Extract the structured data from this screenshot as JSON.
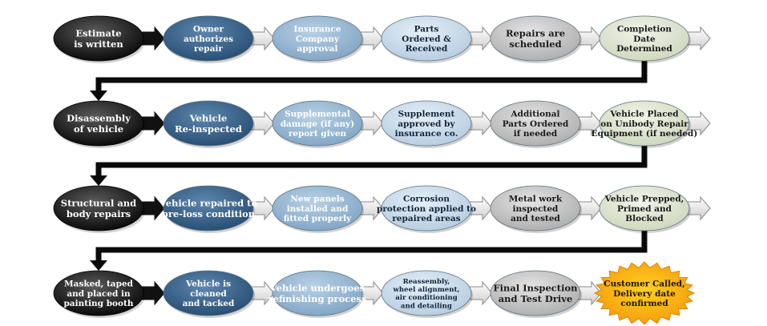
{
  "colors": {
    "black": "#111111",
    "navy": "#2f5a82",
    "light_blue": "#8fb2cf",
    "pale_blue": "#c6d9e9",
    "gray": "#c4c4c4",
    "sage": "#dde3cf",
    "gold": "#f5a510",
    "connector": "#0a0a0a"
  },
  "rows": [
    {
      "steps": [
        {
          "lines": [
            "Estimate",
            "is written"
          ],
          "style": "black"
        },
        {
          "lines": [
            "Owner",
            "authorizes",
            "repair"
          ],
          "style": "navy"
        },
        {
          "lines": [
            "Insurance",
            "Company",
            "approval"
          ],
          "style": "light_blue"
        },
        {
          "lines": [
            "Parts",
            "Ordered &",
            "Received"
          ],
          "style": "pale_blue"
        },
        {
          "lines": [
            "Repairs are",
            "scheduled"
          ],
          "style": "gray"
        },
        {
          "lines": [
            "Completion",
            "Date",
            "Determined"
          ],
          "style": "sage"
        }
      ]
    },
    {
      "steps": [
        {
          "lines": [
            "Disassembly",
            "of vehicle"
          ],
          "style": "black"
        },
        {
          "lines": [
            "Vehicle",
            "Re-inspected"
          ],
          "style": "navy"
        },
        {
          "lines": [
            "Supplemental",
            "damage (if any)",
            "report given"
          ],
          "style": "light_blue"
        },
        {
          "lines": [
            "Supplement",
            "approved by",
            "insurance co."
          ],
          "style": "pale_blue"
        },
        {
          "lines": [
            "Additional",
            "Parts Ordered",
            "if needed"
          ],
          "style": "gray"
        },
        {
          "lines": [
            "Vehicle Placed",
            "on Unibody Repair",
            "Equipment (if needed)"
          ],
          "style": "sage"
        }
      ]
    },
    {
      "steps": [
        {
          "lines": [
            "Structural and",
            "body repairs"
          ],
          "style": "black"
        },
        {
          "lines": [
            "Vehicle repaired to",
            "pre-loss condition"
          ],
          "style": "navy"
        },
        {
          "lines": [
            "New panels",
            "installed and",
            "fitted properly"
          ],
          "style": "light_blue"
        },
        {
          "lines": [
            "Corrosion",
            "protection applied to",
            "repaired areas"
          ],
          "style": "pale_blue"
        },
        {
          "lines": [
            "Metal work",
            "inspected",
            "and tested"
          ],
          "style": "gray"
        },
        {
          "lines": [
            "Vehicle Prepped,",
            "Primed and",
            "Blocked"
          ],
          "style": "sage"
        }
      ]
    },
    {
      "steps": [
        {
          "lines": [
            "Masked, taped",
            "and placed in",
            "painting booth"
          ],
          "style": "black"
        },
        {
          "lines": [
            "Vehicle is",
            "cleaned",
            "and tacked"
          ],
          "style": "navy"
        },
        {
          "lines": [
            "Vehicle undergoes",
            "refinishing process"
          ],
          "style": "light_blue"
        },
        {
          "lines": [
            "Reassembly,",
            "wheel alignment,",
            "air conditioning",
            "and detailing"
          ],
          "style": "pale_blue"
        },
        {
          "lines": [
            "Final Inspection",
            "and Test Drive"
          ],
          "style": "gray"
        },
        {
          "lines": [
            "Customer Called,",
            "Delivery date",
            "confirmed"
          ],
          "style": "gold_burst"
        }
      ]
    }
  ]
}
